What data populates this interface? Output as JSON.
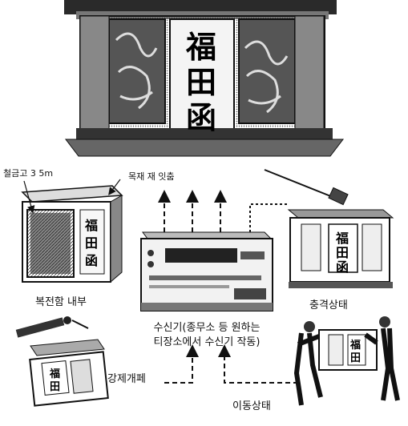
{
  "top_cabinet": {
    "plaque_chars": [
      "福",
      "田",
      "函"
    ]
  },
  "labels": {
    "iron_safe": "철금고 3 5m",
    "wood_joint": "목재 재 잇춤",
    "box_interior": "복전함 내부",
    "impact_state": "충격상태",
    "receiver_line1": "수신기(종무소 등 원하는",
    "receiver_line2": "티장소에서 수신기 작동)",
    "forced_open": "강제개페",
    "moving_state": "이동상태"
  },
  "small_box_chars": [
    "福",
    "田",
    "函"
  ]
}
